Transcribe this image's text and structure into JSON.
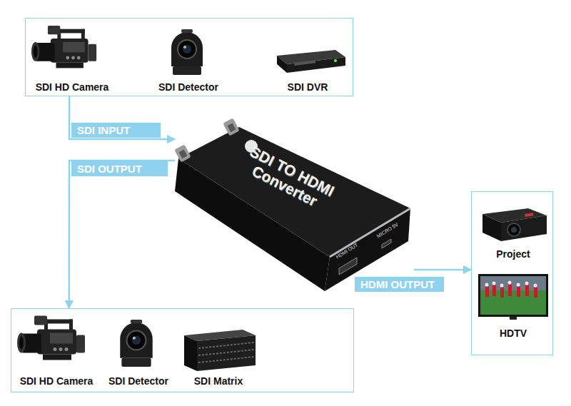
{
  "diagram": {
    "nodes": [
      {
        "text": [
          "SDI HD Camera",
          "SDI Detector",
          "SDI DVR"
        ]
      },
      {
        "text": [
          "SDI TO HDMI Converter",
          "HDMI OUT",
          "MICRO 5V"
        ]
      },
      {
        "text": [
          "Project",
          "HDTV"
        ]
      },
      {
        "text": [
          "SDI HD Camera",
          "SDI Detector",
          "SDI Matrix"
        ]
      }
    ],
    "edges": [
      {
        "from": 0,
        "to": 1,
        "arrow": "to",
        "label": "SDI INPUT"
      },
      {
        "from": 1,
        "to": 3,
        "arrow": "to",
        "label": "SDI OUTPUT"
      },
      {
        "from": 1,
        "to": 2,
        "arrow": "to",
        "label": "HDMI OUTPUT"
      }
    ]
  }
}
